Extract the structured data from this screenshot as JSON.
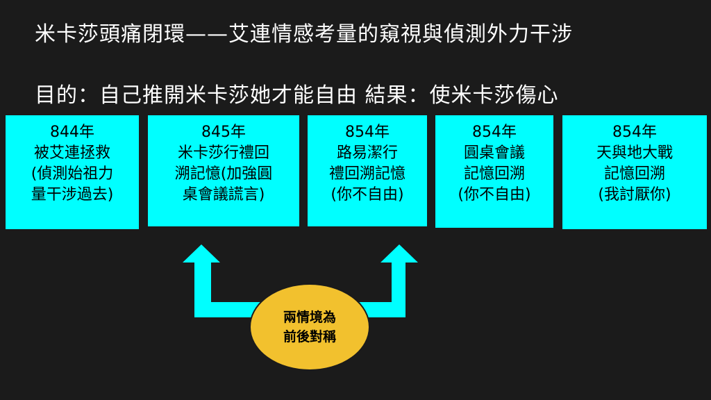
{
  "title": "米卡莎頭痛閉環——艾連情感考量的窺視與偵測外力干涉",
  "subtitle": "目的：自己推開米卡莎她才能自由  結果：使米卡莎傷心",
  "colors": {
    "background": "#1b1b1b",
    "box_fill": "#00ffff",
    "arrow_fill": "#00ffff",
    "ellipse_fill": "#f2c12e",
    "text_light": "#ffffff",
    "text_dark": "#000000"
  },
  "timeline": [
    {
      "lines": [
        "844年",
        "被艾連拯救",
        "(偵測始祖力",
        "量干涉過去)"
      ]
    },
    {
      "lines": [
        "845年",
        "米卡莎行禮回",
        "溯記憶(加強圓",
        "桌會議謊言)"
      ]
    },
    {
      "lines": [
        "854年",
        "路易潔行",
        "禮回溯記憶",
        "(你不自由)"
      ]
    },
    {
      "lines": [
        "854年",
        "圓桌會議",
        "記憶回溯",
        "(你不自由)"
      ]
    },
    {
      "lines": [
        "854年",
        "天與地大戰",
        "記憶回溯",
        "(我討厭你)"
      ]
    }
  ],
  "symmetry_node": {
    "lines": [
      "兩情境為",
      "前後對稱"
    ]
  }
}
